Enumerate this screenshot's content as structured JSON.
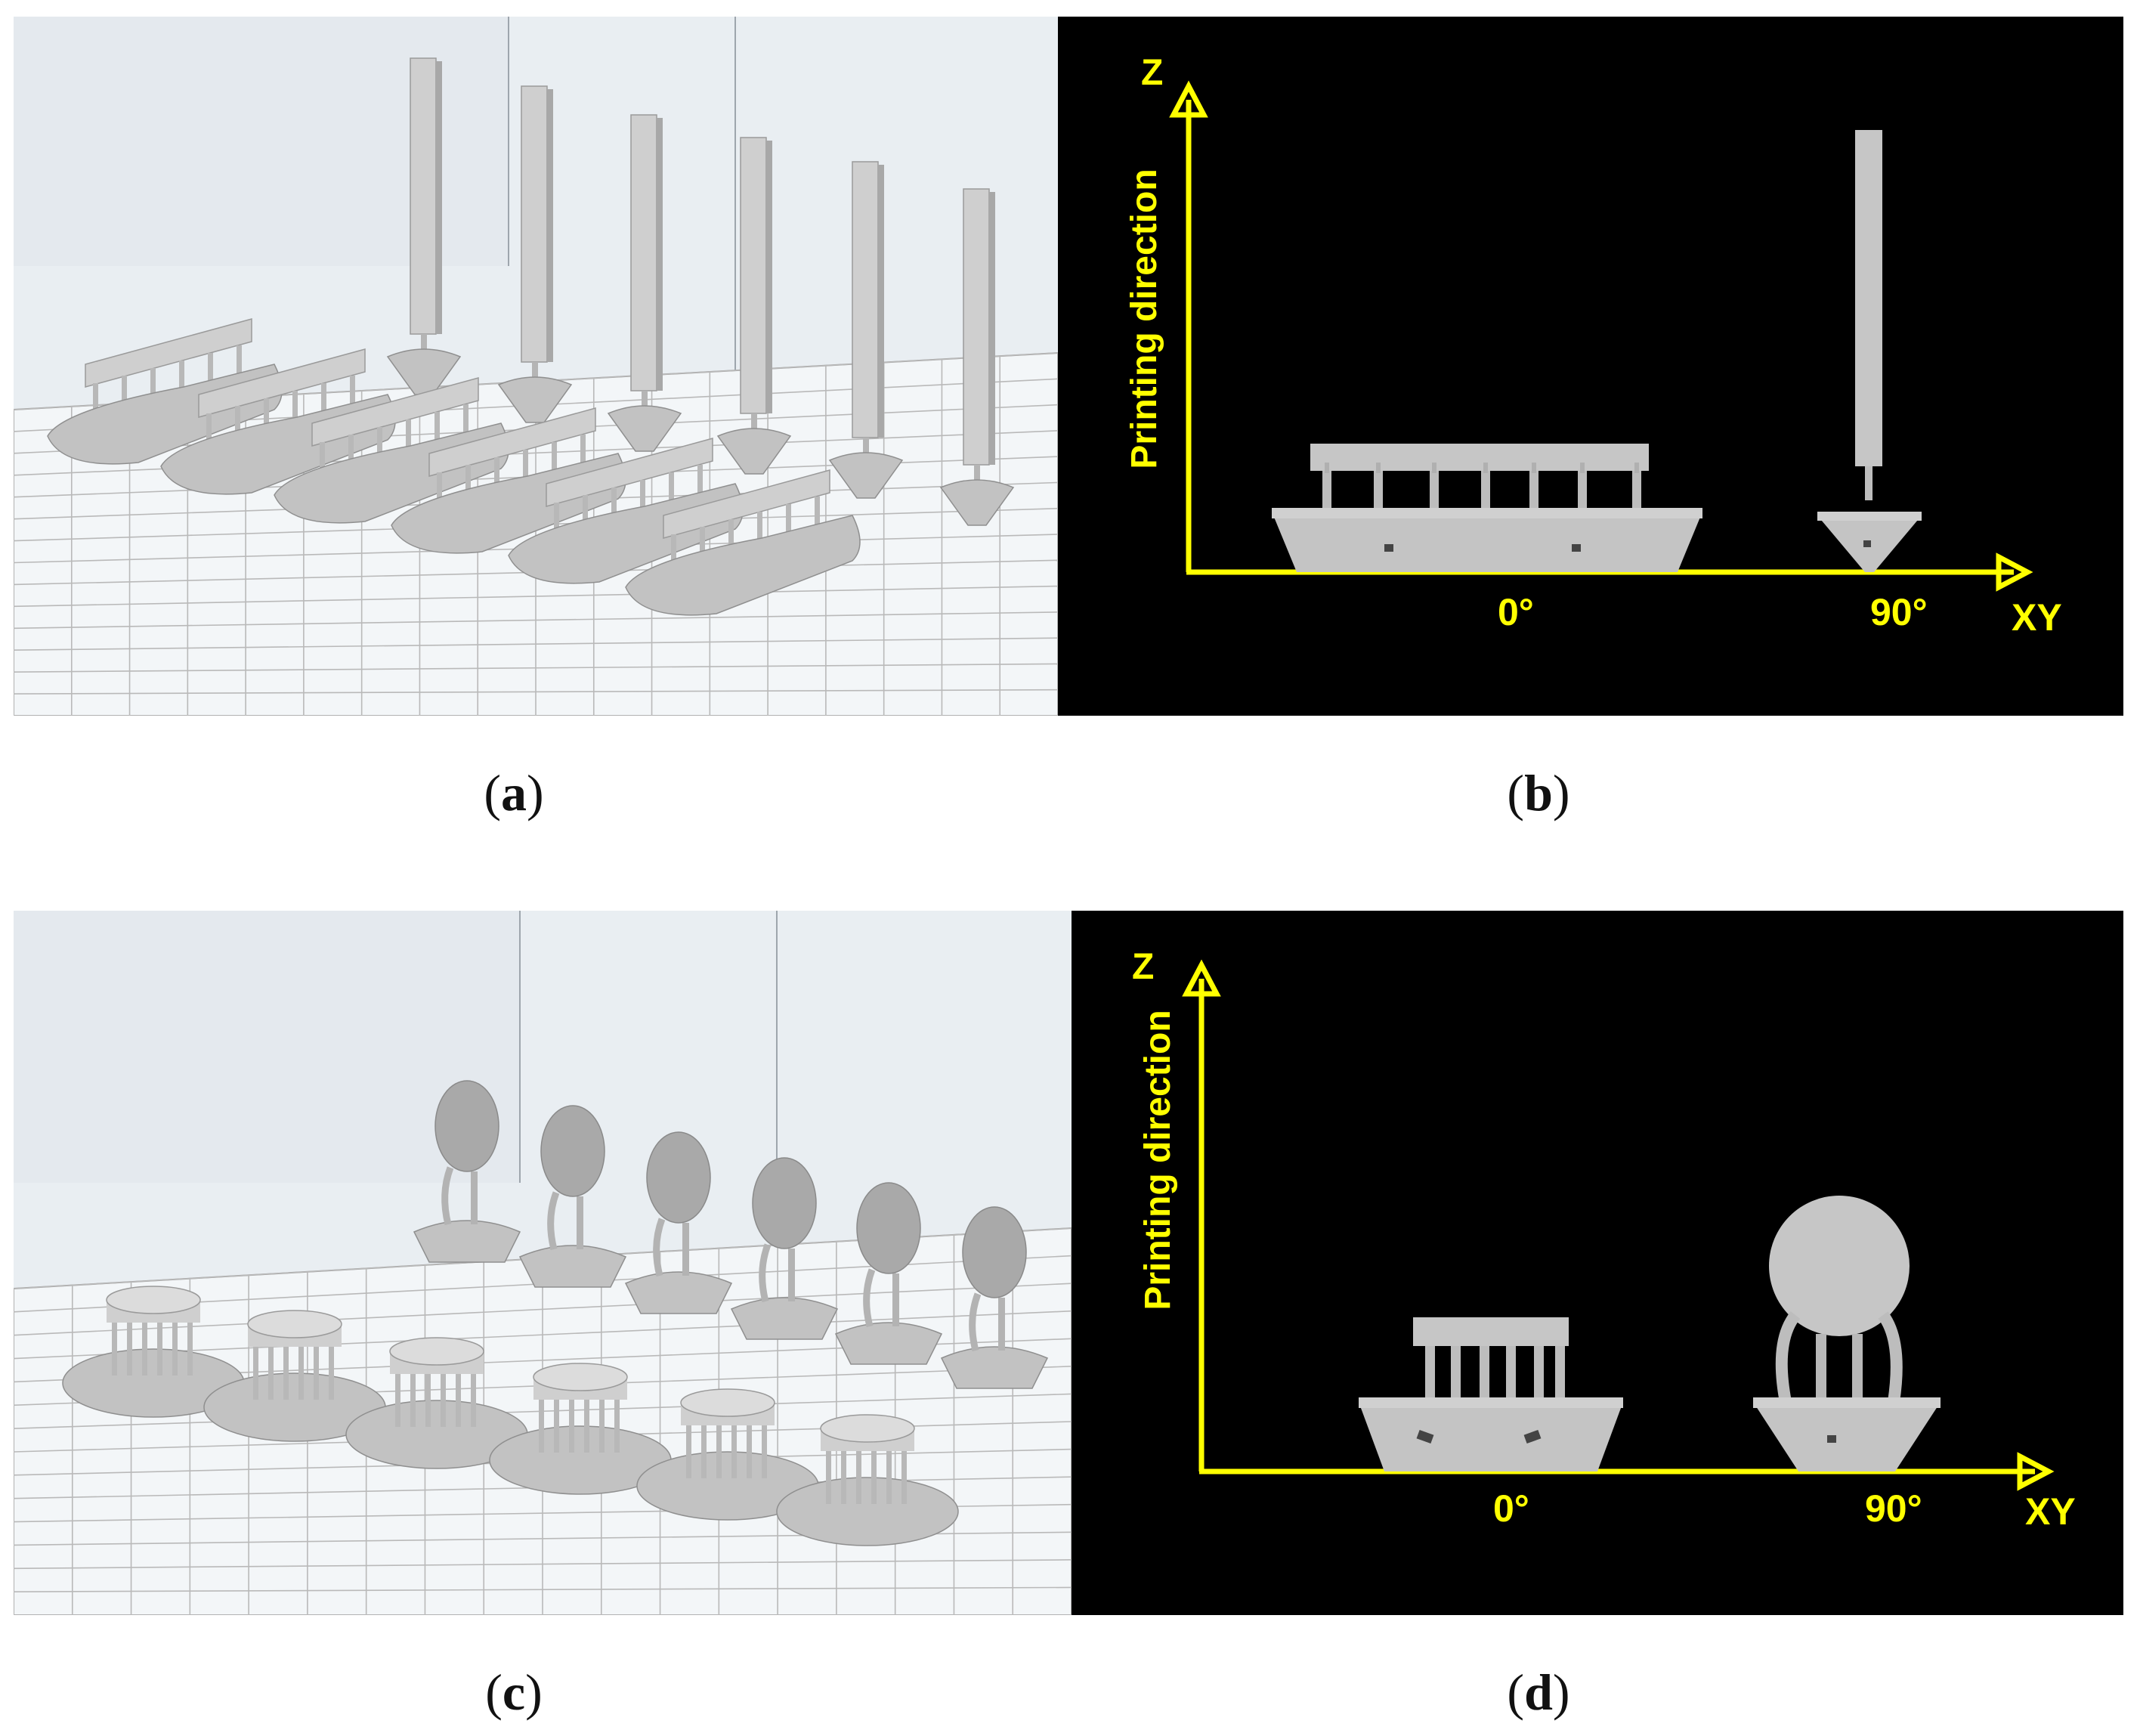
{
  "colors": {
    "axis": "#ffff00",
    "dark_bg": "#000000",
    "part": "#c4c4c4",
    "part_dark": "#8e8e8e",
    "scene_bg": "#e9eef2",
    "grid": "#bcbcbc"
  },
  "panels": {
    "a": {
      "caption": "a"
    },
    "b": {
      "caption": "b",
      "z_label": "Z",
      "y_label": "Printing direction",
      "x_label": "XY",
      "left_angle": "0°",
      "right_angle": "90°"
    },
    "c": {
      "caption": "c"
    },
    "d": {
      "caption": "d",
      "z_label": "Z",
      "y_label": "Printing direction",
      "x_label": "XY",
      "left_angle": "0°",
      "right_angle": "90°"
    }
  }
}
